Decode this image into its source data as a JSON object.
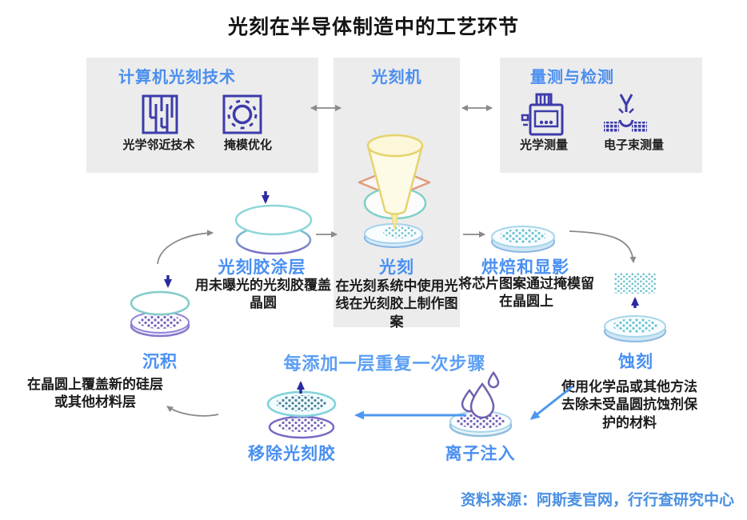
{
  "title": "光刻在半导体制造中的工艺环节",
  "panels": {
    "computational": {
      "header": "计算机光刻技术",
      "items": [
        {
          "label": "光学邻近技术",
          "icon": "opc-pattern-icon"
        },
        {
          "label": "掩模优化",
          "icon": "mask-ring-icon"
        }
      ]
    },
    "scanner": {
      "header": "光刻机"
    },
    "metrology": {
      "header": "量测与检测",
      "items": [
        {
          "label": "光学测量",
          "icon": "optical-meter-icon"
        },
        {
          "label": "电子束测量",
          "icon": "ebeam-icon"
        }
      ]
    }
  },
  "steps": {
    "coat": {
      "label": "光刻胶涂层",
      "desc": "用未曝光的光刻胶覆盖晶圆"
    },
    "litho": {
      "label": "光刻",
      "desc": "在光刻系统中使用光线在光刻胶上制作图案"
    },
    "bake": {
      "label": "烘焙和显影",
      "desc": "将芯片图案通过掩模留在晶圆上"
    },
    "etch": {
      "label": "蚀刻",
      "desc": "使用化学品或其他方法去除未受晶圆抗蚀剂保护的材料"
    },
    "ion": {
      "label": "离子注入"
    },
    "strip": {
      "label": "移除光刻胶"
    },
    "deposit": {
      "label": "沉积",
      "desc": "在晶圆上覆盖新的硅层或其他材料层"
    }
  },
  "loop_note": "每添加一层重复一次步骤",
  "source": "资料来源：阿斯麦官网，行行查研究中心",
  "colors": {
    "accent_blue": "#4a8ef0",
    "note_blue": "#5b9ff5",
    "source_blue": "#4a90e2",
    "icon_indigo": "#3c3cab",
    "panel_gray": "#ececec",
    "arrow_gray": "#8a8a8a",
    "arrow_dark_blue": "#2a2aa0",
    "arrow_light_blue": "#4e97f0",
    "funnel_yellow": "#e6d36e",
    "diamond_orange": "#e29a7c",
    "lens_teal": "#7ed0c6",
    "wafer_purple": "#7b68c4"
  }
}
